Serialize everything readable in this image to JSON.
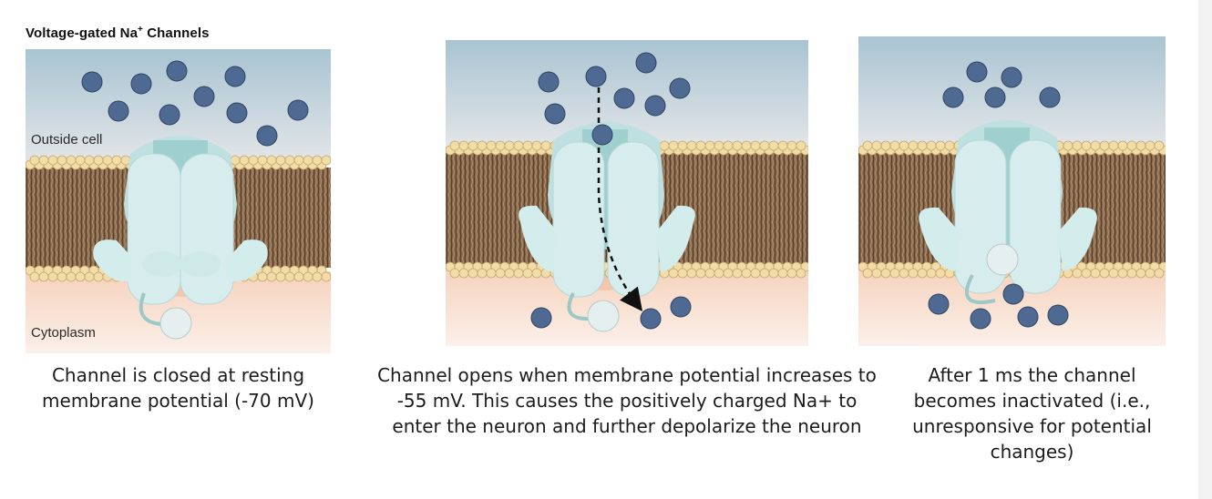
{
  "title": {
    "main": "Voltage-gated Na",
    "sup": "+",
    "rest": " Channels"
  },
  "labels": {
    "outside": "Outside cell",
    "inside": "Cytoplasm"
  },
  "captions": [
    "Channel is closed at resting membrane potential (-70 mV)",
    "Channel opens when membrane potential increases to -55 mV. This causes the positively charged Na+ to enter the neuron and further depolarize the neuron",
    "After 1 ms the channel becomes inactivated (i.e., unresponsive for potential changes)"
  ],
  "colors": {
    "outside_top": "#a9c4d2",
    "outside_bottom": "#dfe3e6",
    "cytoplasm_top": "#f7d6c2",
    "cytoplasm_bottom": "#fbeee6",
    "lipid_head": "#f2dca8",
    "lipid_tail": "#7a5a3e",
    "channel": "#d3ecec",
    "channel_core": "#9fcfcf",
    "ion": "#4f6a92",
    "gate": "#dfeaea"
  },
  "icons": [
    "sodium-ion-icon",
    "channel-protein-icon",
    "inactivation-gate-icon",
    "ion-flow-arrow-icon"
  ]
}
